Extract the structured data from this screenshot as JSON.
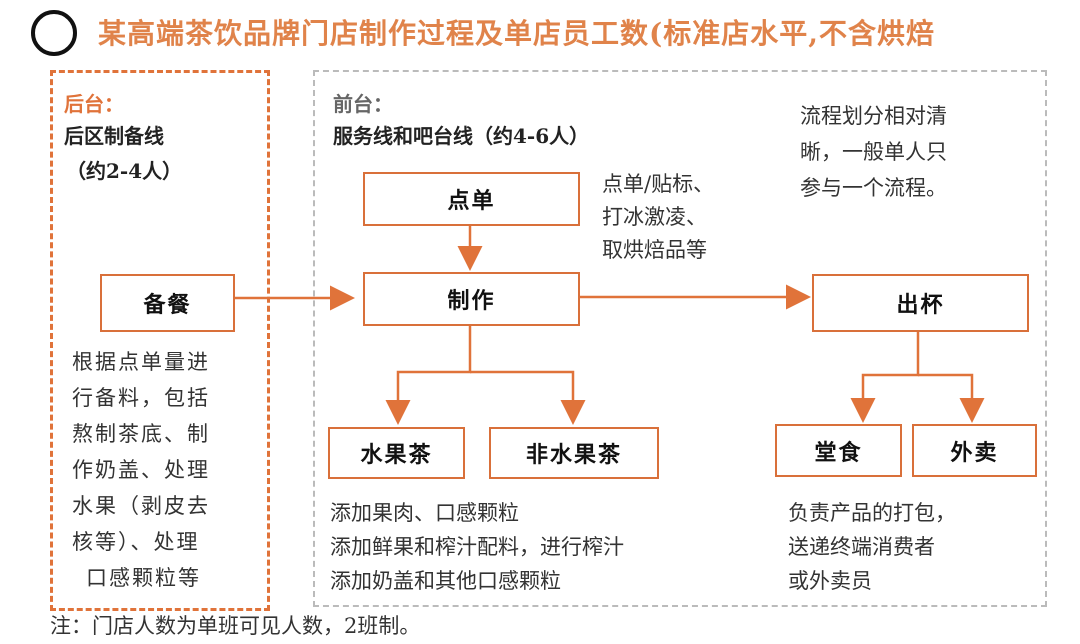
{
  "title": "某高端茶饮品牌门店制作过程及单店员工数(标准店水平,不含烘焙",
  "back": {
    "heading": "后台：",
    "line": "后区制备线",
    "staff": "（约2-4人）",
    "desc": [
      "根据点单量进",
      "行备料，包括",
      "熬制茶底、制",
      "作奶盖、处理",
      "水果（剥皮去",
      "核等）、处理",
      "口感颗粒等"
    ]
  },
  "front": {
    "heading": "前台：",
    "line": "服务线和吧台线（约4-6人）",
    "note": [
      "流程划分相对清",
      "晰，一般单人只",
      "参与一个流程。"
    ]
  },
  "nodes": {
    "order": "点单",
    "prep": "备餐",
    "make": "制作",
    "serve": "出杯",
    "fruit_tea": "水果茶",
    "non_fruit_tea": "非水果茶",
    "dine_in": "堂食",
    "takeout": "外卖"
  },
  "order_desc": [
    "点单/贴标、",
    "打冰激凌、",
    "取烘焙品等"
  ],
  "make_desc": [
    "添加果肉、口感颗粒",
    "添加鲜果和榨汁配料，进行榨汁",
    "添加奶盖和其他口感颗粒"
  ],
  "serve_desc": [
    "负责产品的打包，",
    "送递终端消费者",
    "或外卖员"
  ],
  "footnote": "注：门店人数为单班可见人数，2班制。",
  "colors": {
    "accent": "#e0733a",
    "title": "#e0834a"
  }
}
